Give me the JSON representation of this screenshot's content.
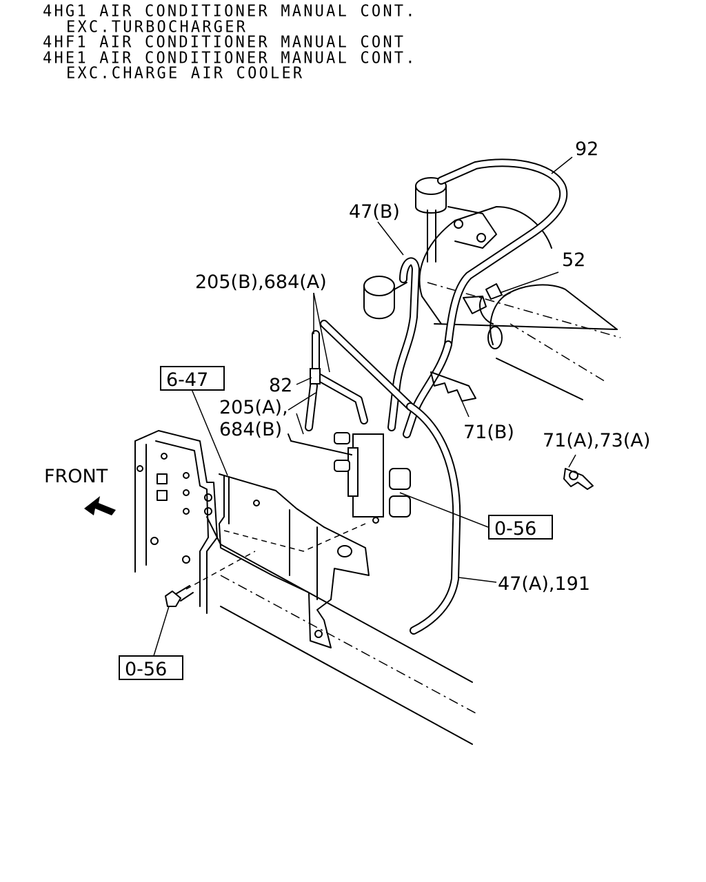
{
  "header": {
    "lines": [
      "4HG1 AIR CONDITIONER MANUAL CONT.",
      "EXC.TURBOCHARGER",
      "4HF1 AIR CONDITIONER MANUAL CONT",
      "4HE1 AIR CONDITIONER MANUAL CONT.",
      "EXC.CHARGE AIR COOLER"
    ]
  },
  "diagram": {
    "front_label": "FRONT",
    "callouts": {
      "c92": "92",
      "c47b": "47(B)",
      "c52": "52",
      "c205b": "205(B),684(A)",
      "c82": "82",
      "c205a_1": "205(A),",
      "c205a_2": "684(B)",
      "c71b": "71(B)",
      "c71a": "71(A),73(A)",
      "c47a": "47(A),191"
    },
    "ref_boxes": {
      "r647": "6-47",
      "r056_right": "0-56",
      "r056_bottom": "0-56"
    }
  }
}
